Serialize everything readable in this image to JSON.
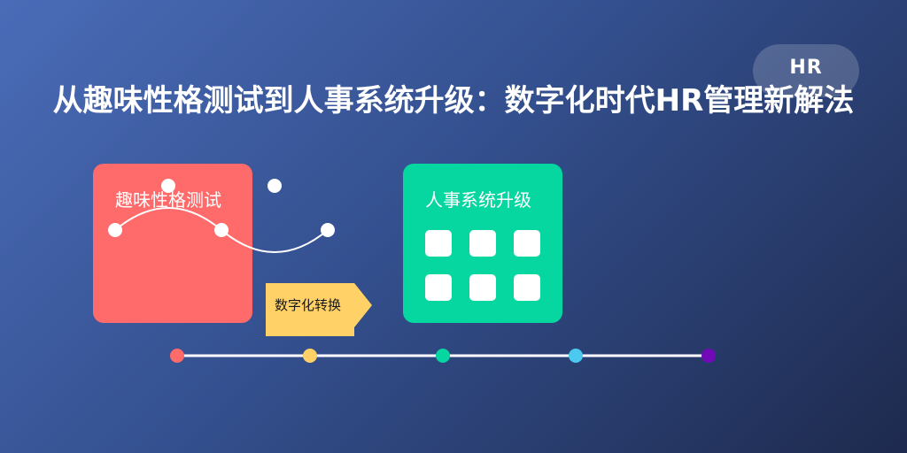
{
  "badge": {
    "label": "HR"
  },
  "title": "从趣味性格测试到人事系统升级：数字化时代HR管理新解法",
  "left_card": {
    "label": "趣味性格测试",
    "color": "#ff6b6b"
  },
  "right_card": {
    "label": "人事系统升级",
    "color": "#06d6a0"
  },
  "arrow": {
    "label": "数字化转换",
    "color": "#ffd166"
  },
  "timeline": {
    "dot_colors": [
      "#ff6b6b",
      "#ffd166",
      "#06d6a0",
      "#4cc9f0",
      "#7209b7"
    ]
  }
}
